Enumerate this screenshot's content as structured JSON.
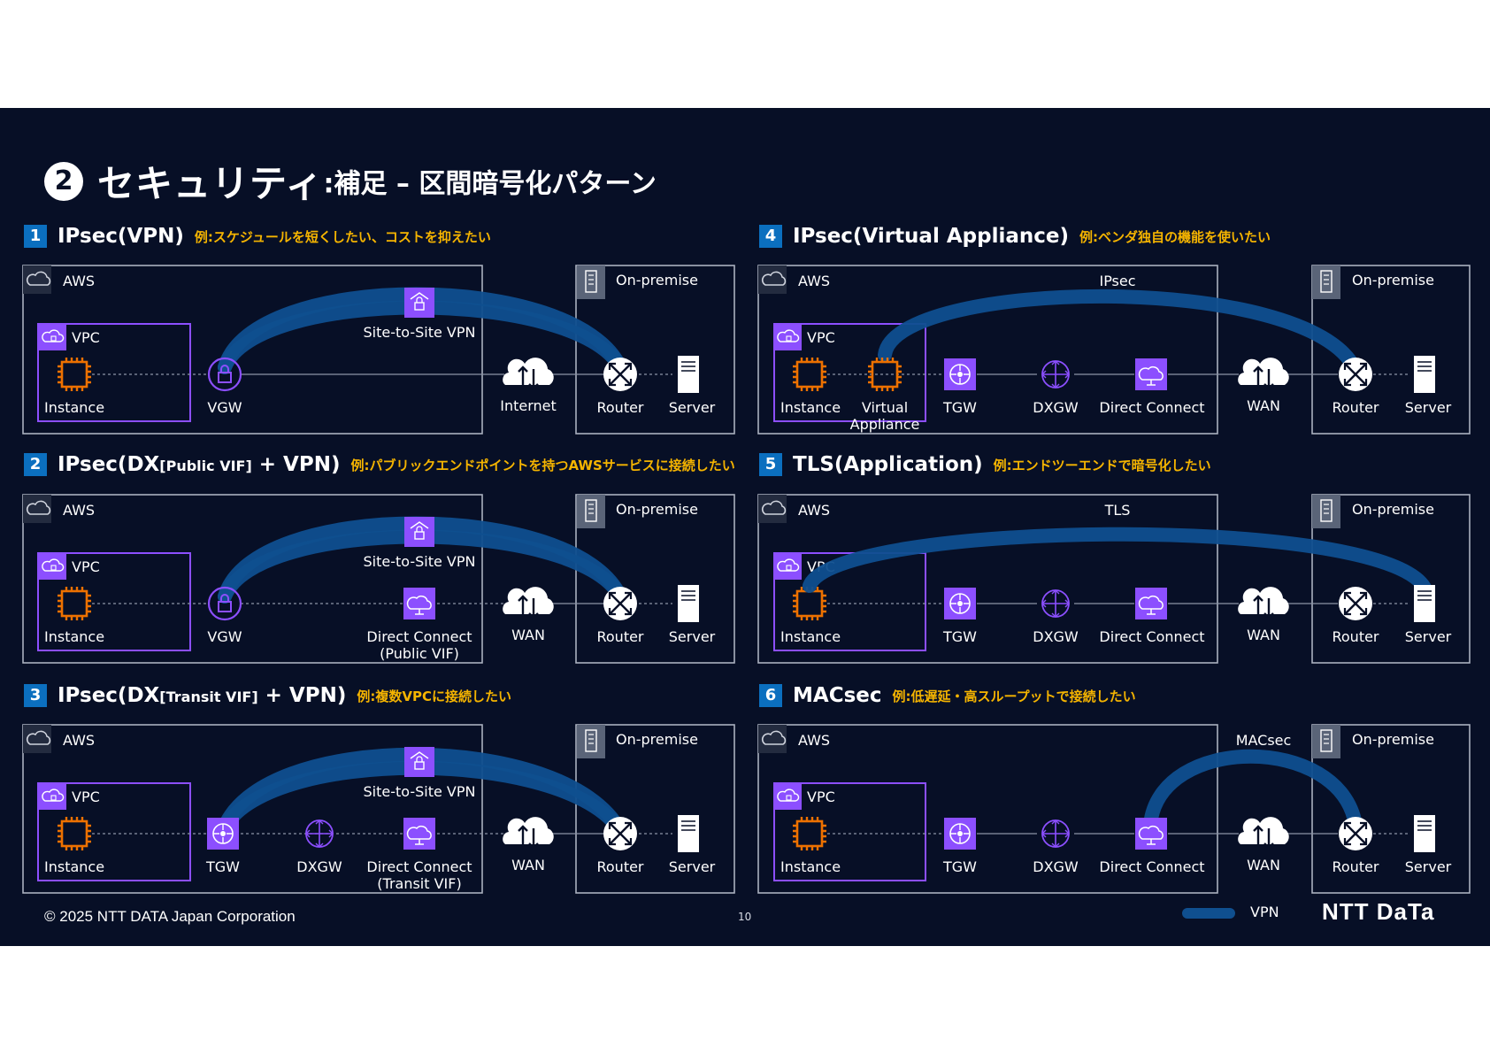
{
  "title": {
    "number": "2",
    "main": "セキュリティ",
    "sub": ":補足 – 区間暗号化パターン"
  },
  "sections": [
    {
      "number": "1",
      "title": "IPsec(VPN)",
      "example": "例:スケジュールを短くしたい、コストを抑えたい"
    },
    {
      "number": "2",
      "title": "IPsec(DX",
      "title_small": "[Public VIF]",
      "title_end": " + VPN)",
      "example": "例:パブリックエンドポイントを持つAWSサービスに接続したい"
    },
    {
      "number": "3",
      "title": "IPsec(DX",
      "title_small": "[Transit VIF]",
      "title_end": " + VPN)",
      "example": "例:複数VPCに接続したい"
    },
    {
      "number": "4",
      "title": "IPsec(Virtual Appliance)",
      "example": "例:ベンダ独自の機能を使いたい"
    },
    {
      "number": "5",
      "title": "TLS(Application)",
      "example": "例:エンドツーエンドで暗号化したい"
    },
    {
      "number": "6",
      "title": "MACsec",
      "example": "例:低遅延・高スループットで接続したい"
    }
  ],
  "labels": {
    "aws": "AWS",
    "on_premise": "On-premise",
    "vpc": "VPC",
    "instance": "Instance",
    "vgw": "VGW",
    "tgw": "TGW",
    "dxgw": "DXGW",
    "internet": "Internet",
    "wan": "WAN",
    "router": "Router",
    "server": "Server",
    "site_to_site_vpn": "Site-to-Site VPN",
    "direct_connect": "Direct Connect",
    "public_vif": "(Public VIF)",
    "transit_vif": "(Transit VIF)",
    "virtual": "Virtual",
    "appliance": "Appliance",
    "ipsec": "IPsec",
    "tls": "TLS",
    "macsec": "MACsec"
  },
  "legend": {
    "label": "VPN"
  },
  "footer": {
    "copyright": "© 2025 NTT DATA Japan Corporation",
    "page": "10",
    "brand": "NTT DaTa"
  },
  "colors": {
    "background": "#070f26",
    "accent_blue": "#0b6fbf",
    "vpn_line": "#0f4f8f",
    "example_text": "#f5b400",
    "vpc_border": "#8c4fff",
    "instance_orange": "#ed7100",
    "service_purple": "#8c4fff"
  }
}
